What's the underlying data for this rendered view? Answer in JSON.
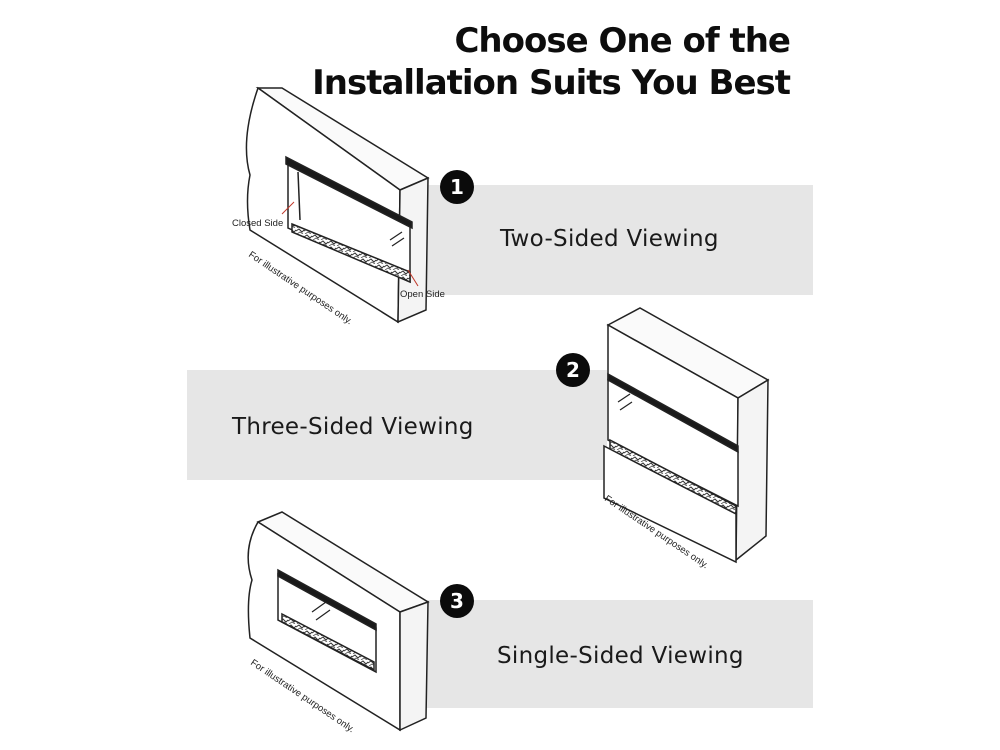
{
  "title": {
    "line1": "Choose One of the",
    "line2": "Installation Suits You Best"
  },
  "options": [
    {
      "number": "1",
      "label": "Two-Sided Viewing"
    },
    {
      "number": "2",
      "label": "Three-Sided Viewing"
    },
    {
      "number": "3",
      "label": "Single-Sided Viewing"
    }
  ],
  "annotations": {
    "closed_side": "Closed Side",
    "open_side": "Open Side",
    "disclaimer": "For illustrative purposes only."
  },
  "colors": {
    "band": "#e6e6e6",
    "badge": "#0b0b0b",
    "line": "#222222",
    "leader": "#c0392b"
  }
}
